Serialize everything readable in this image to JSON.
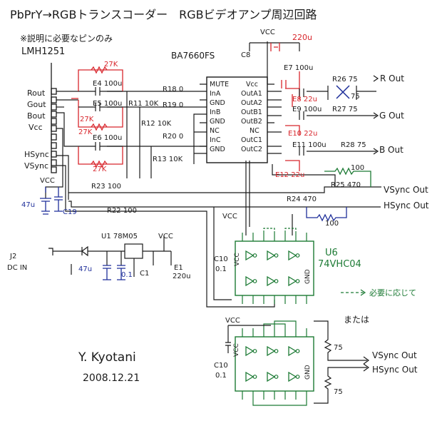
{
  "header": {
    "title": "PbPrY→RGBトランスコーダー　RGBビデオアンプ周辺回路",
    "note": "※説明に必要なピンのみ",
    "chip_left": "LMH1251",
    "chip_amp": "BA7660FS"
  },
  "colors": {
    "ink": "#1a1a1a",
    "red": "#d8262c",
    "blue": "#1f2f9a",
    "green": "#1c7a34",
    "paper": "#ffffff"
  },
  "lmh1251_pins": [
    "Rout",
    "Gout",
    "Bout",
    "Vcc",
    "HSync",
    "VSync"
  ],
  "ba7660_left_pins": [
    "MUTE",
    "InA",
    "GND",
    "InB",
    "GND",
    "NC",
    "InC",
    "GND"
  ],
  "ba7660_right_pins": [
    "Vcc",
    "OutA1",
    "OutA2",
    "OutB1",
    "OutB2",
    "NC",
    "OutC1",
    "OutC2"
  ],
  "components": {
    "c8": "C8",
    "vcc": "VCC",
    "e7": "E7 100u",
    "e7_top": "220u",
    "e4": "E4 100u",
    "e5": "E5 100u",
    "e6": "E6 100u",
    "r27k_1": "27K",
    "r27k_2": "27K",
    "r27k_3": "27K",
    "r27k_4": "27K",
    "r18": "R18 0",
    "r19": "R19 0",
    "r20": "R20 0",
    "r11": "R11 10K",
    "r12": "R12 10K",
    "r13": "R13 10K",
    "e8": "E8 22u",
    "e9": "E9 100u",
    "e10": "E10 22u",
    "e11": "E11 100u",
    "e12": "E12 22u",
    "r26": "R26 75",
    "r27": "R27 75",
    "r28": "R28 75",
    "r25_75": "75",
    "r23": "R23 100",
    "r22": "R22 100",
    "r25": "R25 470",
    "r24": "R24 470",
    "r100_top": "100",
    "r100_bottom": "100",
    "c47": "47u",
    "c19": "C19",
    "u1": "U1 78M05",
    "j2": "J2",
    "dcin": "DC IN",
    "e_47": "47u",
    "c_01": "0.1",
    "c1": "C1",
    "e1": "E1",
    "e1_val": "220u",
    "c10": "C10",
    "c10_val": "0.1",
    "u6": "U6",
    "u6_part": "74VHC04",
    "gnd": "GND",
    "c10b": "C10",
    "c10b_val": "0.1",
    "r75a": "75",
    "r75b": "75"
  },
  "outputs": {
    "rout": "R Out",
    "gout": "G Out",
    "bout": "B Out",
    "vsync1": "VSync Out",
    "hsync1": "HSync Out",
    "vsync2": "VSync Out",
    "hsync2": "HSync Out"
  },
  "notes": {
    "as_needed": "必要に応じて",
    "or": "または"
  },
  "signature": {
    "name": "Y. Kyotani",
    "date": "2008.12.21"
  }
}
